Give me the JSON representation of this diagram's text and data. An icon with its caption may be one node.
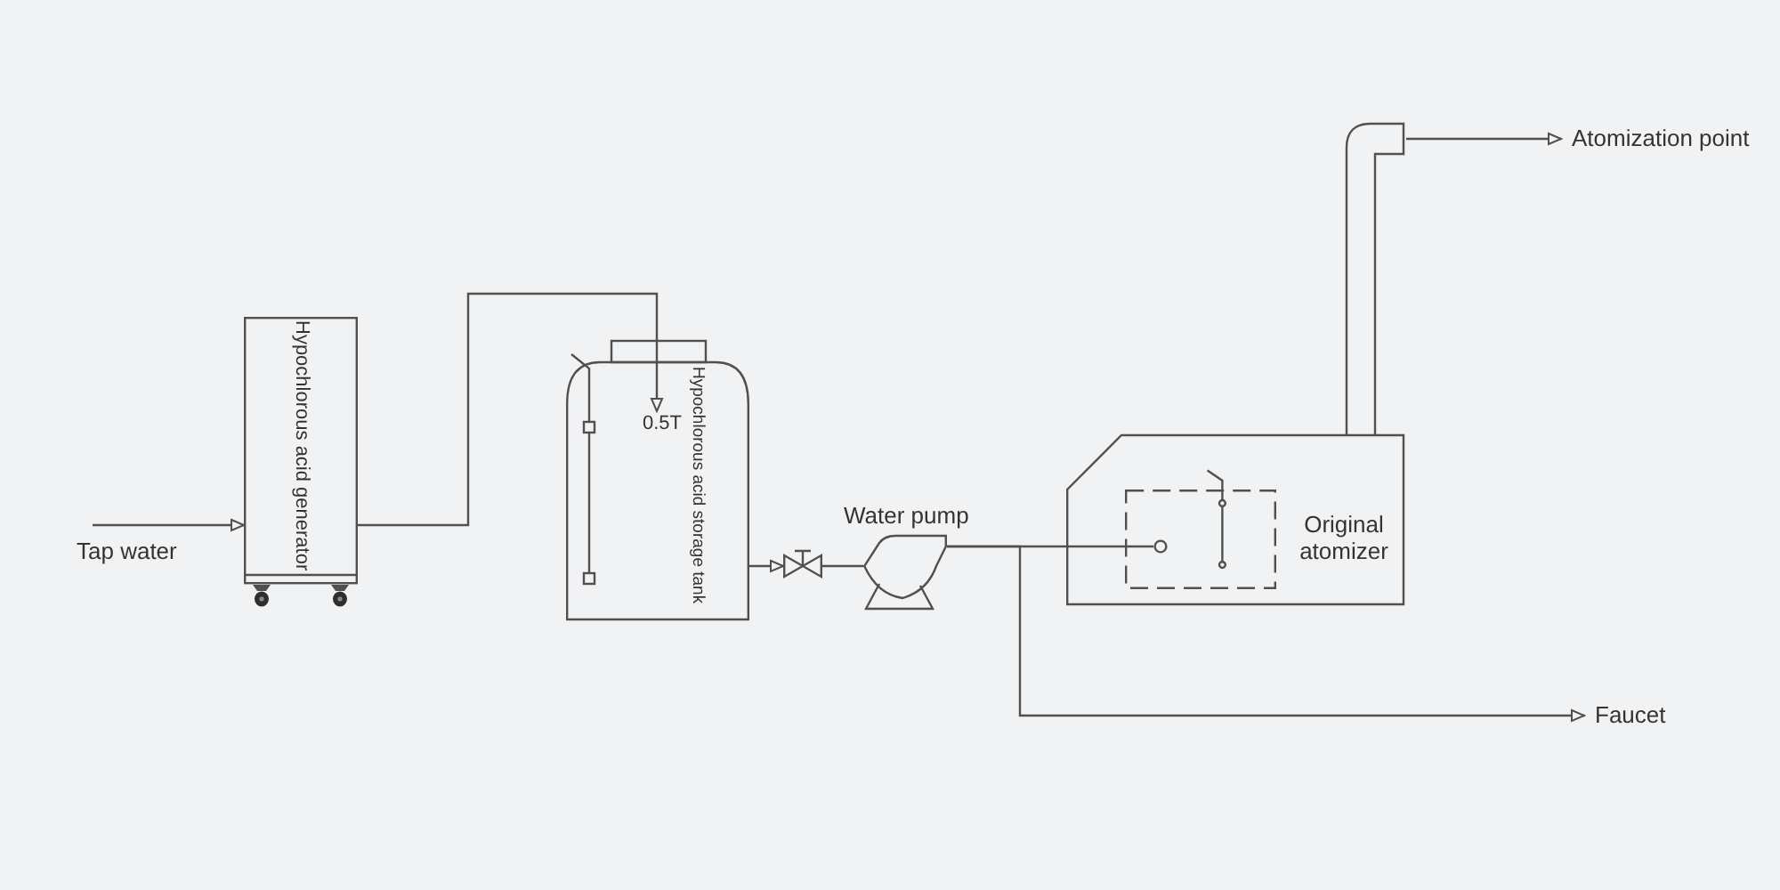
{
  "diagram": {
    "nodes": [
      {
        "text": [
          "Tap water"
        ]
      },
      {
        "text": [
          "Hypochlorous acid generator"
        ]
      },
      {
        "text": [
          "Hypochlorous acid storage tank"
        ]
      },
      {
        "text": [
          "0.5T"
        ],
        "in": 2
      },
      {
        "text": [],
        "shape": "valve"
      },
      {
        "text": [],
        "shape": "pump",
        "beside": [
          "Water pump"
        ]
      },
      {
        "text": [
          "Original atomizer"
        ]
      },
      {
        "text": [],
        "shape": "box",
        "in": 6
      },
      {
        "text": [],
        "shape": "circle",
        "in": 7
      },
      {
        "text": [
          "Atomization point"
        ]
      },
      {
        "text": [
          "Faucet"
        ]
      }
    ],
    "edges": [
      {
        "from": 0,
        "to": 1,
        "arrow": "to"
      },
      {
        "from": 1,
        "to": 3,
        "arrow": "to"
      },
      {
        "from": 2,
        "to": 4,
        "arrow": "to"
      },
      {
        "from": 4,
        "to": 5,
        "arrow": "none"
      },
      {
        "from": 5,
        "to": 8,
        "arrow": "none"
      },
      {
        "from": 5,
        "to": 10,
        "arrow": "to"
      },
      {
        "from": 6,
        "to": 9,
        "arrow": "to"
      }
    ]
  }
}
